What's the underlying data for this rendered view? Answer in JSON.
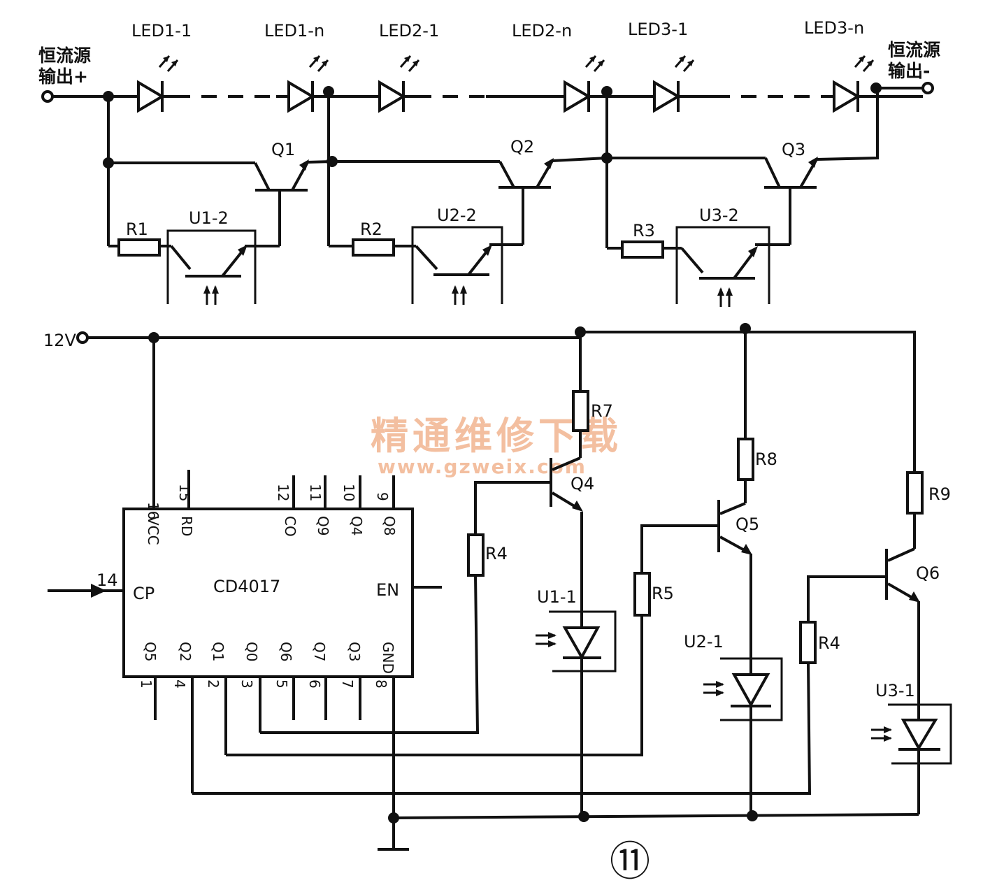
{
  "labels": {
    "led1_1": "LED1-1",
    "led1_n": "LED1-n",
    "led2_1": "LED2-1",
    "led2_n": "LED2-n",
    "led3_1": "LED3-1",
    "led3_n": "LED3-n",
    "src_pos_l1": "恒流源",
    "src_pos_l2": "输出+",
    "src_neg_l1": "恒流源",
    "src_neg_l2": "输出-",
    "q1": "Q1",
    "q2": "Q2",
    "q3": "Q3",
    "q4": "Q4",
    "q5": "Q5",
    "q6": "Q6",
    "r1": "R1",
    "r2": "R2",
    "r3": "R3",
    "r4a": "R4",
    "r5": "R5",
    "r4b": "R4",
    "r7": "R7",
    "r8": "R8",
    "r9": "R9",
    "u1_2": "U1-2",
    "u2_2": "U2-2",
    "u3_2": "U3-2",
    "u1_1": "U1-1",
    "u2_1": "U2-1",
    "u3_1": "U3-1",
    "v12": "12V",
    "ic_name": "CD4017",
    "figure_no": "⑪"
  },
  "ic": {
    "pins_top": [
      {
        "num": "16",
        "name": "VCC"
      },
      {
        "num": "15",
        "name": "RD"
      },
      {
        "num": "12",
        "name": "CO"
      },
      {
        "num": "11",
        "name": "Q9"
      },
      {
        "num": "10",
        "name": "Q4"
      },
      {
        "num": "9",
        "name": "Q8"
      }
    ],
    "pins_bottom": [
      {
        "num": "1",
        "name": "Q5"
      },
      {
        "num": "4",
        "name": "Q2"
      },
      {
        "num": "2",
        "name": "Q1"
      },
      {
        "num": "3",
        "name": "Q0"
      },
      {
        "num": "5",
        "name": "Q6"
      },
      {
        "num": "6",
        "name": "Q7"
      },
      {
        "num": "7",
        "name": "Q3"
      },
      {
        "num": "8",
        "name": "GND"
      }
    ],
    "cp_num": "14",
    "cp_name": "CP",
    "en_name": "EN"
  },
  "watermark": {
    "title": "精通维修下载",
    "url": "www.gzweix.com"
  }
}
